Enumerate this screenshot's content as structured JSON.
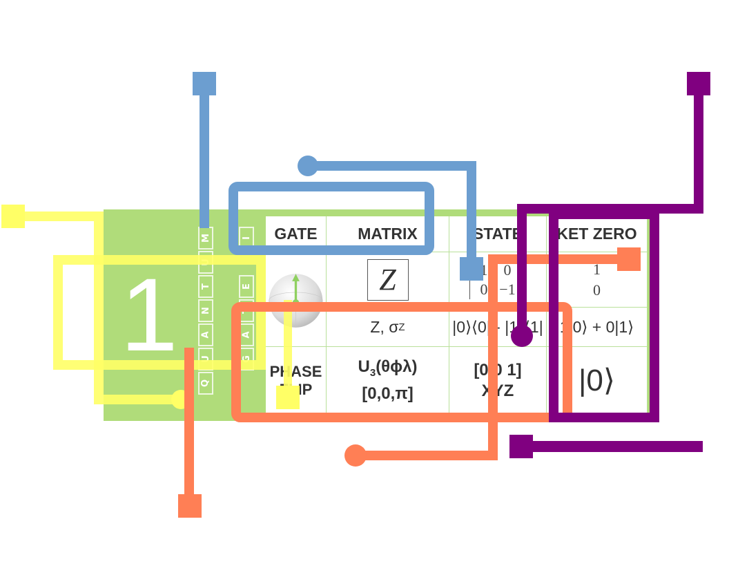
{
  "card": {
    "number": "1",
    "column_one": [
      "Q",
      "U",
      "A",
      "N",
      "T",
      "U",
      "M"
    ],
    "column_two": [
      "G",
      "A",
      "T",
      "E",
      "I"
    ],
    "headers": {
      "gate": "GATE",
      "matrix": "MATRIX",
      "state": "STATE",
      "ket_zero": "KET ZERO"
    },
    "gate_symbol": "Z",
    "matrix_values": [
      "1",
      "0",
      "0",
      "−1"
    ],
    "state_vector": [
      "1",
      "0"
    ],
    "notation_name": "Z, σ",
    "notation_subscript": "Z",
    "outer_product": "|0⟩⟨0| - |1⟩⟨1|",
    "state_expression": "1|0⟩ + 0|1⟩",
    "gate_name": "PHASE FLIP",
    "u3_label": "U",
    "u3_subscript": "3",
    "u3_params": "(θϕλ)",
    "u3_values": "[0,0,π]",
    "bloch_coordinates": "[0 0 1]",
    "bloch_axes": "XYZ",
    "ket_symbol": "|0⟩"
  },
  "colors": {
    "card_green": "#b0dc7a",
    "yellow": "#ffff66",
    "blue": "#6c9ed0",
    "orange": "#ff7f55",
    "purple": "#800080"
  }
}
